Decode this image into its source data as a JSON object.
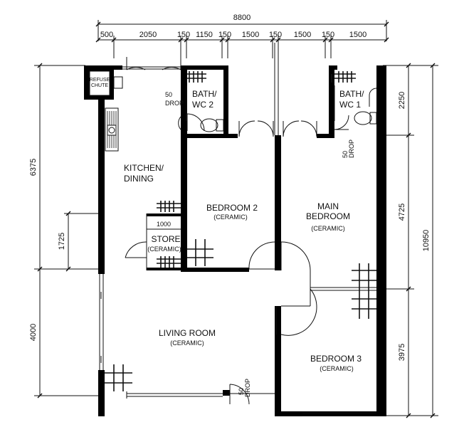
{
  "dimensions": {
    "top_total": "8800",
    "top_segments": [
      "500",
      "2050",
      "150",
      "1150",
      "150",
      "1500",
      "150",
      "1500",
      "150",
      "1500"
    ],
    "left_top": "6375",
    "left_middle": "1725",
    "left_bottom": "4000",
    "right_1": "2250",
    "right_2": "4725",
    "right_3": "3975",
    "right_total": "10950",
    "store_width": "1000"
  },
  "rooms": {
    "refuse_chute": [
      "REFUSE",
      "CHUTE"
    ],
    "bath_wc2": [
      "BATH/",
      "WC 2"
    ],
    "bath_wc1": [
      "BATH/",
      "WC 1"
    ],
    "kitchen": [
      "KITCHEN/",
      "DINING"
    ],
    "bedroom2": {
      "name": "BEDROOM 2",
      "finish": "(CERAMIC)"
    },
    "main_bedroom": {
      "name": [
        "MAIN",
        "BEDROOM"
      ],
      "finish": "(CERAMIC)"
    },
    "store": {
      "name": "STORE",
      "finish": "(CERAMIC)"
    },
    "living": {
      "name": "LIVING ROOM",
      "finish": "(CERAMIC)"
    },
    "bedroom3": {
      "name": "BEDROOM 3",
      "finish": "(CERAMIC)"
    }
  },
  "drops": {
    "bath2": [
      "50",
      "DROP"
    ],
    "bath1": [
      "50",
      "DROP"
    ],
    "entrance": [
      "50",
      "DROP"
    ]
  }
}
